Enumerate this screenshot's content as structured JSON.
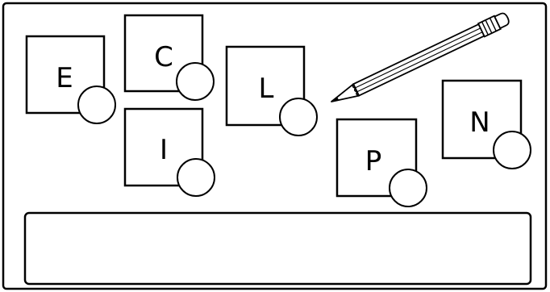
{
  "game": {
    "tiles": [
      {
        "id": "e",
        "letter": "E"
      },
      {
        "id": "c",
        "letter": "C"
      },
      {
        "id": "i",
        "letter": "I"
      },
      {
        "id": "l",
        "letter": "L"
      },
      {
        "id": "p",
        "letter": "P"
      },
      {
        "id": "n",
        "letter": "N"
      }
    ],
    "answer": {
      "value": ""
    },
    "pencil": {
      "icon": "pencil-icon"
    }
  },
  "colors": {
    "line": "#000000",
    "background": "#ffffff",
    "pencil_fill": "#ffffff"
  }
}
